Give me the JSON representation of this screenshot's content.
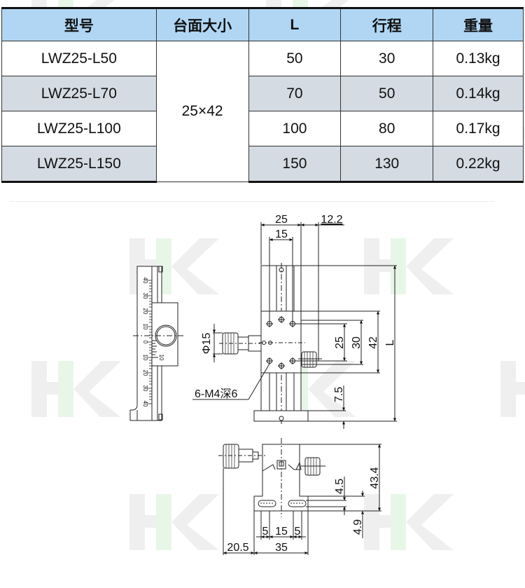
{
  "table": {
    "headers": [
      "型号",
      "台面大小",
      "L",
      "行程",
      "重量"
    ],
    "size_value": "25×42",
    "rows": [
      {
        "model": "LWZ25-L50",
        "L": "50",
        "travel": "30",
        "weight": "0.13kg"
      },
      {
        "model": "LWZ25-L70",
        "L": "70",
        "travel": "50",
        "weight": "0.14kg"
      },
      {
        "model": "LWZ25-L100",
        "L": "100",
        "travel": "80",
        "weight": "0.17kg"
      },
      {
        "model": "LWZ25-L150",
        "L": "150",
        "travel": "130",
        "weight": "0.22kg"
      }
    ]
  },
  "colors": {
    "header_bg": "#b0d6f4",
    "row_gray_bg": "#d4dbe3",
    "watermark_gray": "#eeeeee",
    "watermark_green": "#e6f5e6"
  },
  "watermark": {
    "text": "HK"
  },
  "drawing": {
    "side_view": {
      "scale_ticks_top": [
        "40",
        "30",
        "20",
        "10",
        "0"
      ],
      "scale_ticks_bottom": [
        "10",
        "20",
        "30",
        "40"
      ],
      "vernier_label": "10"
    },
    "front_view": {
      "dim_width": "25",
      "dim_offset": "12.2",
      "dim_hole_spacing": "15",
      "dim_knob_dia": "Φ15",
      "dim_hole_v": "25",
      "dim_travel_window": "30",
      "dim_table": "42",
      "dim_length": "L",
      "dim_base": "7.5",
      "hole_callout": "6-M4深6"
    },
    "top_view": {
      "dim_height": "43.4",
      "dim_slot_offset": "4.5",
      "dim_slot_width": "4.9",
      "dim_slot_a": "5",
      "dim_slot_center": "15",
      "dim_slot_b": "5",
      "dim_knob_offset": "20.5",
      "dim_base_width": "35"
    }
  }
}
